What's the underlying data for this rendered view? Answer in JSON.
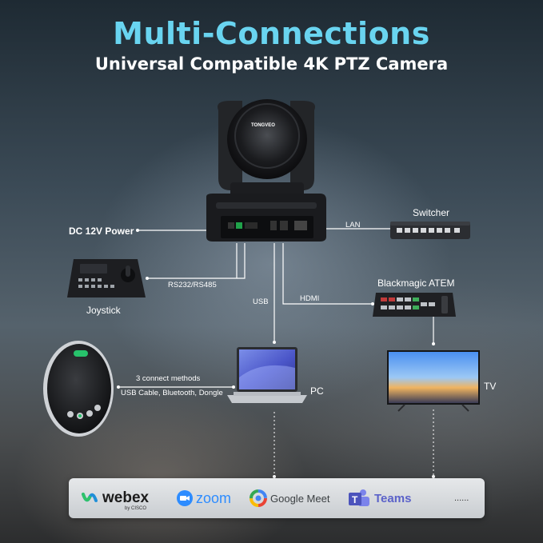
{
  "header": {
    "title": "Multi-Connections",
    "subtitle": "Universal Compatible 4K PTZ Camera"
  },
  "camera": {
    "brand": "TONGVEO",
    "icon": "ptz-camera-icon"
  },
  "connections": {
    "power": "DC 12V Power",
    "rs": "RS232/RS485",
    "usb": "USB",
    "hdmi": "HDMI",
    "lan": "LAN",
    "speaker_methods": "3 connect methods",
    "speaker_detail": "USB Cable, Bluetooth, Dongle"
  },
  "devices": {
    "switcher": "Switcher",
    "joystick": "Joystick",
    "atem": "Blackmagic ATEM",
    "pc": "PC",
    "tv": "TV"
  },
  "platforms": [
    {
      "name": "webex",
      "sub": "by CISCO",
      "icon": "webex-icon"
    },
    {
      "name": "zoom",
      "icon": "zoom-icon"
    },
    {
      "name": "Google Meet",
      "icon": "google-meet-icon"
    },
    {
      "name": "Teams",
      "icon": "teams-icon"
    },
    {
      "name": "......",
      "icon": "more-icon"
    }
  ],
  "colors": {
    "title": "#69d4f0",
    "bar": "#dcdfe2"
  }
}
